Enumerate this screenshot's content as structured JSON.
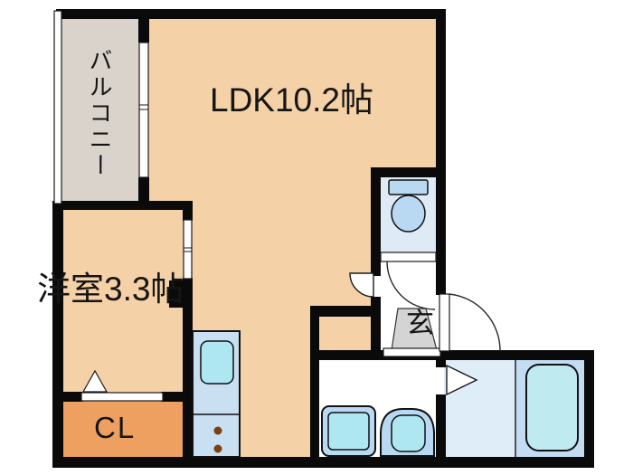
{
  "title": "apartment-floor-plan",
  "labels": {
    "balcony": "バルコニー",
    "ldk": "LDK10.2帖",
    "western_room": "洋室3.3帖",
    "entrance": "玄",
    "closet": "CL"
  },
  "colors": {
    "wall": "#0a0a0a",
    "room_peach": "#f4d1a6",
    "closet_orange": "#eda05f",
    "balcony_gray": "#d9d3cb",
    "toilet_floor": "#deebf7",
    "fixture_blue": "#b9d9f2",
    "kitchen_blue": "#c9e0f2",
    "sink_cyan": "#aee7f2",
    "bath_wash_area": "#dfedf9",
    "bath_tub_area": "#c3dcf2",
    "tub_blue": "#bfeaf0",
    "entrance_step_gray": "#d4d4d4",
    "knob_brown": "#7c4012"
  }
}
